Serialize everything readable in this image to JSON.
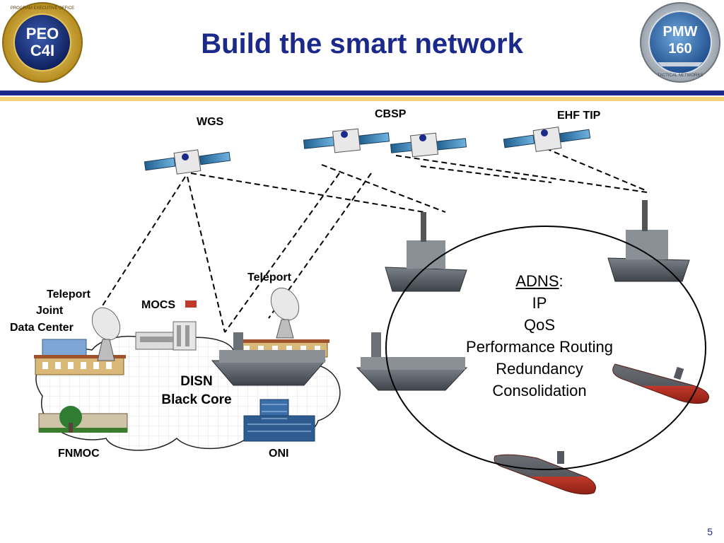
{
  "slide": {
    "title": "Build the smart network",
    "page_number": "5",
    "logos": {
      "left": {
        "line1": "PEO",
        "line2": "C4I",
        "ring_text": "PROGRAM EXECUTIVE OFFICE"
      },
      "right": {
        "line1": "PMW",
        "line2": "160",
        "ring_text": "TACTICAL NETWORKS"
      }
    }
  },
  "labels": {
    "wgs": "WGS",
    "cbsp": "CBSP",
    "ehf_tip": "EHF TIP",
    "teleport_left": "Teleport",
    "joint_data_center": [
      "Joint",
      "Data Center"
    ],
    "mocs": "MOCS",
    "teleport_right": "Teleport",
    "disn": [
      "DISN",
      "Black Core"
    ],
    "fnmoc": "FNMOC",
    "oni": "ONI"
  },
  "adns": {
    "title": "ADNS",
    "title_suffix": ":",
    "items": [
      "IP",
      "QoS",
      "Performance Routing",
      "Redundancy",
      "Consolidation"
    ]
  },
  "colors": {
    "title": "#1b2a8a",
    "navy_bar": "#1b2a8a",
    "gold_bar": "#f0d27a",
    "submarine": "#c0392b",
    "ship": "#5a5f66",
    "satellite_panel": "#2f7fb3"
  }
}
